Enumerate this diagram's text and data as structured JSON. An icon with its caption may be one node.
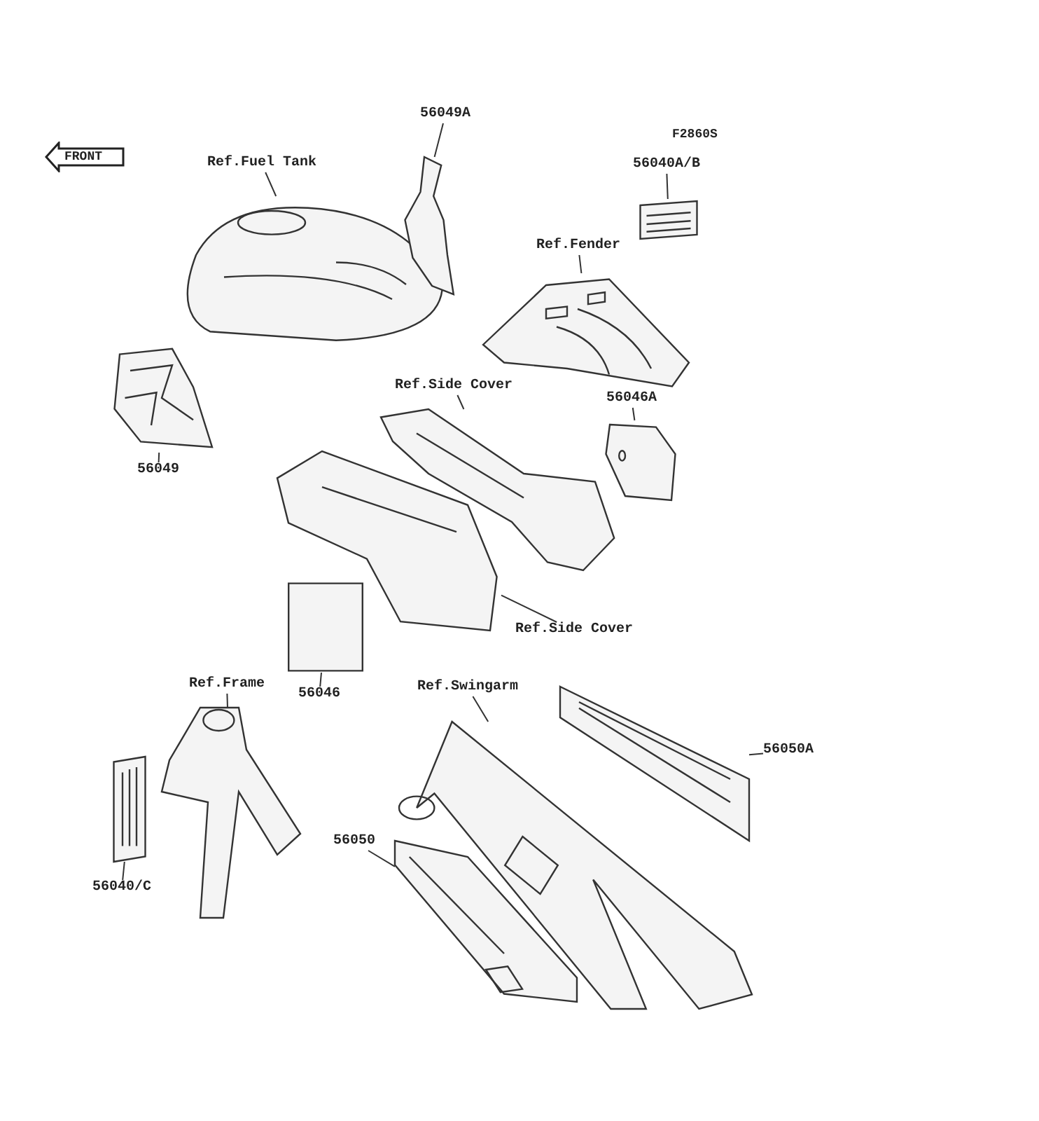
{
  "diagram": {
    "nodes": [
      {
        "text": [
          "Ref.Fuel Tank"
        ]
      },
      {
        "text": [],
        "shape": "picture"
      },
      {
        "text": [
          "56049A"
        ]
      },
      {
        "text": [],
        "shape": "picture"
      },
      {
        "text": [
          "56040A/B"
        ]
      },
      {
        "text": [],
        "shape": "picture"
      },
      {
        "text": [
          "Ref.Fender"
        ]
      },
      {
        "text": [],
        "shape": "picture"
      },
      {
        "text": [
          "56049"
        ]
      },
      {
        "text": [],
        "shape": "picture"
      },
      {
        "text": [
          "Ref.Side Cover"
        ]
      },
      {
        "text": [],
        "shape": "picture"
      },
      {
        "text": [
          "56046A"
        ]
      },
      {
        "text": [],
        "shape": "picture"
      },
      {
        "text": [
          "Ref.Side Cover"
        ]
      },
      {
        "text": [],
        "shape": "picture"
      },
      {
        "text": [
          "56046"
        ]
      },
      {
        "text": [],
        "shape": "box"
      },
      {
        "text": [
          "Ref.Frame"
        ]
      },
      {
        "text": [],
        "shape": "picture"
      },
      {
        "text": [
          "56040/C"
        ]
      },
      {
        "text": [],
        "shape": "picture"
      },
      {
        "text": [
          "Ref.Swingarm"
        ]
      },
      {
        "text": [],
        "shape": "picture"
      },
      {
        "text": [
          "56050A"
        ]
      },
      {
        "text": [],
        "shape": "picture"
      },
      {
        "text": [
          "56050"
        ]
      },
      {
        "text": [],
        "shape": "picture"
      }
    ],
    "edges": [
      {
        "from": 0,
        "to": 1,
        "arrow": "none"
      },
      {
        "from": 2,
        "to": 3,
        "arrow": "none"
      },
      {
        "from": 4,
        "to": 5,
        "arrow": "none"
      },
      {
        "from": 6,
        "to": 7,
        "arrow": "none"
      },
      {
        "from": 8,
        "to": 9,
        "arrow": "none"
      },
      {
        "from": 10,
        "to": 11,
        "arrow": "none"
      },
      {
        "from": 12,
        "to": 13,
        "arrow": "none"
      },
      {
        "from": 14,
        "to": 15,
        "arrow": "none"
      },
      {
        "from": 16,
        "to": 17,
        "arrow": "none"
      },
      {
        "from": 18,
        "to": 19,
        "arrow": "none"
      },
      {
        "from": 20,
        "to": 21,
        "arrow": "none"
      },
      {
        "from": 22,
        "to": 23,
        "arrow": "none"
      },
      {
        "from": 24,
        "to": 25,
        "arrow": "none"
      },
      {
        "from": 26,
        "to": 27,
        "arrow": "none"
      }
    ],
    "labels": [
      "F2860S",
      "FRONT"
    ]
  }
}
